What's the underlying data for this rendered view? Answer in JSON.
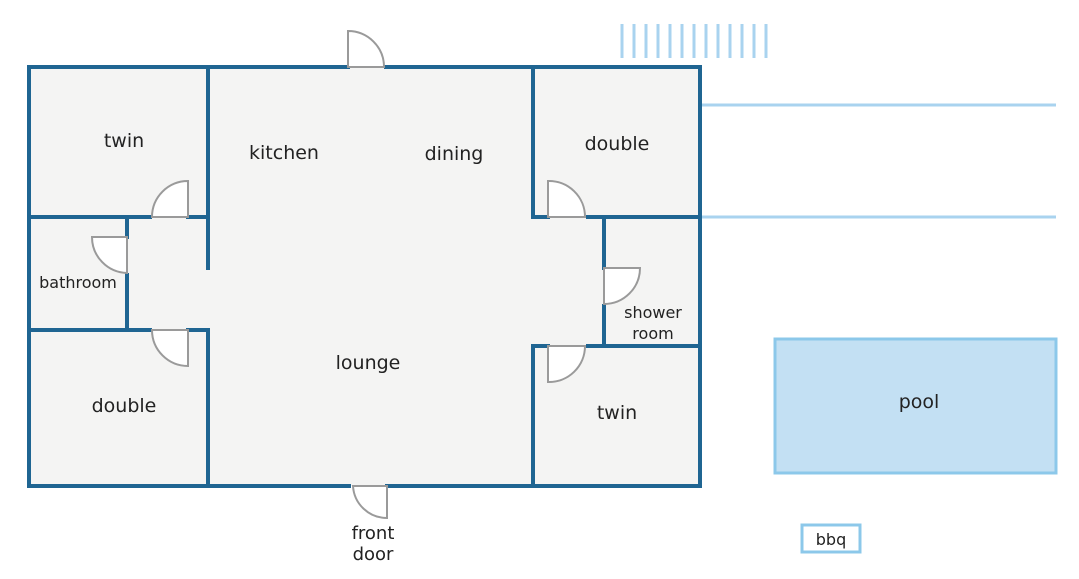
{
  "colors": {
    "wall": "#1f6592",
    "floor": "#f4f4f3",
    "door": "#9a9a9a",
    "pool_fill": "#c3e0f3",
    "pool_border": "#8cc8ea",
    "fence": "#a9d3ef",
    "text": "#222222"
  },
  "rooms": {
    "twin_top": "twin",
    "kitchen": "kitchen",
    "dining": "dining",
    "double_top": "double",
    "bathroom": "bathroom",
    "shower_line1": "shower",
    "shower_line2": "room",
    "lounge": "lounge",
    "double_bottom": "double",
    "twin_bottom": "twin"
  },
  "outdoor": {
    "pool": "pool",
    "bbq": "bbq"
  },
  "front_door": {
    "line1": "front",
    "line2": "door"
  }
}
